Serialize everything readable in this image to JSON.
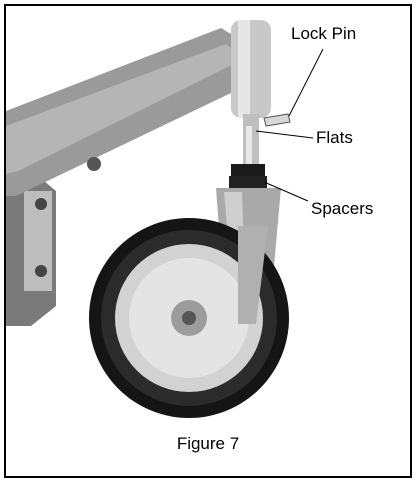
{
  "figure": {
    "caption": "Figure 7",
    "labels": {
      "lock_pin": "Lock Pin",
      "flats": "Flats",
      "spacers": "Spacers"
    }
  },
  "colors": {
    "border": "#000000",
    "frame_gray": "#9a9a9a",
    "tire": "#151515",
    "rim": "#d2d2d2"
  }
}
